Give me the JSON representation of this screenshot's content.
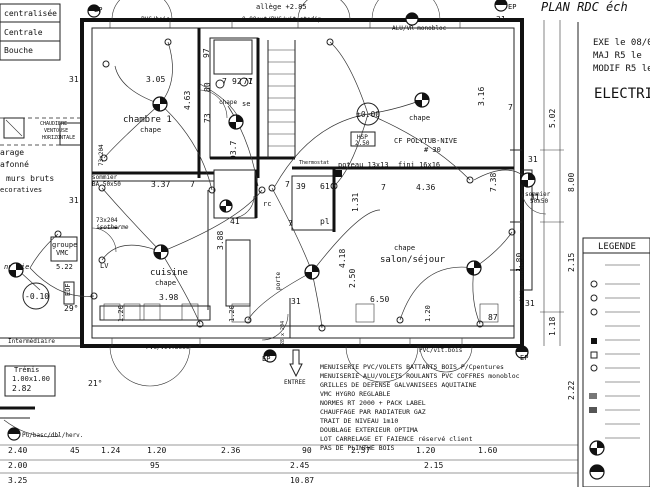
{
  "title": {
    "plan": "PLAN RDC éch",
    "exe": "EXE le 08/0",
    "maj": "MAJ R5 le",
    "modif": "MODIF R5 le",
    "sheet": "ELECTRI"
  },
  "legend": {
    "title": "LEGENDE"
  },
  "left_panel": {
    "labels": [
      "centralisée",
      "Centrale",
      "Bouche"
    ],
    "garage": [
      "arage",
      "afonné",
      "murs bruts",
      "ecoratives"
    ],
    "extra": [
      "CHAUDIERE",
      "VENTOUSE",
      "HORIZONTALE",
      "groupe",
      "VMC",
      "nnerie",
      "5.22",
      "-0.10",
      "EDF",
      "29°",
      "Intermédiaire",
      "Trémis",
      "1.00x1.00",
      "2.82",
      "21°",
      "PG/basc/dbl/herv.",
      "LV"
    ]
  },
  "rooms": [
    {
      "name": "chambre 1",
      "sub": "chape"
    },
    {
      "name": "cuisine",
      "sub": "chape"
    },
    {
      "name": "salon/séjour",
      "sub": "chape"
    },
    {
      "name": "chape",
      "sub": ""
    }
  ],
  "openings": {
    "top_left": "PVC/bois",
    "top_mid": "0.80eut/PVC/vit.stadip",
    "top_right": "ALU/VR monobloc",
    "allege": "allège +2.85",
    "ep": "EP",
    "bottom_left": "PVC/vit.bois",
    "bottom_right": "PVC/vit.bois",
    "entree": "ENTREE",
    "porte": "porte",
    "sommier_left": "sommier",
    "sommier_left_dim": "BA 50x50",
    "sommier_right": "sommier",
    "sommier_right_dim": "50x50",
    "isotherme": "73x204",
    "isotherme_sub": "isotherme",
    "hsp": "HSP",
    "hsp_val": "2.50",
    "cf": "CF POLYTUB-NIVE",
    "cf_num": "# 30",
    "poteau": "poteau 13x13",
    "fini": "fini 16x16",
    "thermostat": "Thermostat",
    "zero": "±0.00",
    "pl": "pl",
    "chape_small": "chape",
    "se": "se",
    "rc": "rc",
    "monobloc": "monobloc",
    "alu": "ALU",
    "wc_side": "73x204",
    "side_dim": "28 x 204"
  },
  "dims": {
    "interior": [
      "3.05",
      "4.63",
      "3.37",
      "4.36",
      "3.88",
      "3.98",
      "6.50",
      "2.50",
      "4.18",
      "1.31",
      "3.16",
      "7.38",
      "1.80",
      "31",
      "31",
      "31",
      "31",
      "31",
      "87",
      "97",
      "80",
      "73",
      "93.7",
      "7",
      "7",
      "7",
      "92",
      "71",
      "7",
      "39",
      "61",
      "7",
      "7",
      "7",
      "31",
      "41",
      "1.20",
      "1.20",
      "1.20"
    ],
    "right": [
      "5.02",
      "8.00",
      "2.15",
      "1.18",
      "2.22",
      "31"
    ],
    "bottom_row1": [
      "2.40",
      "45",
      "1.24",
      "1.20",
      "2.36",
      "90",
      "2.37",
      "1.20",
      "1.60"
    ],
    "bottom_row2": [
      "2.00",
      "95",
      "2.45",
      "2.15"
    ],
    "bottom_row3": [
      "3.25",
      "10.87"
    ]
  },
  "notes": [
    "MENUISERIE PVC/VOLETS BATTANTS BOIS P/Cpentures",
    "MENUISERIE ALU/VOLETS ROULANTS PVC COFFRES monobloc",
    "GRILLES DE DEFENSE GALVANISEES AQUITAINE",
    "VMC HYGRO REGLABLE",
    "NORMES RT 2000 + PACK LABEL",
    "CHAUFFAGE PAR RADIATEUR GAZ",
    "TRAIT DE NIVEAU 1m10",
    "DOUBLAGE EXTERIEUR OPTIMA",
    "LOT CARRELAGE ET FAIENCE réservé client",
    "PAS DE PLINTHE BOIS"
  ]
}
